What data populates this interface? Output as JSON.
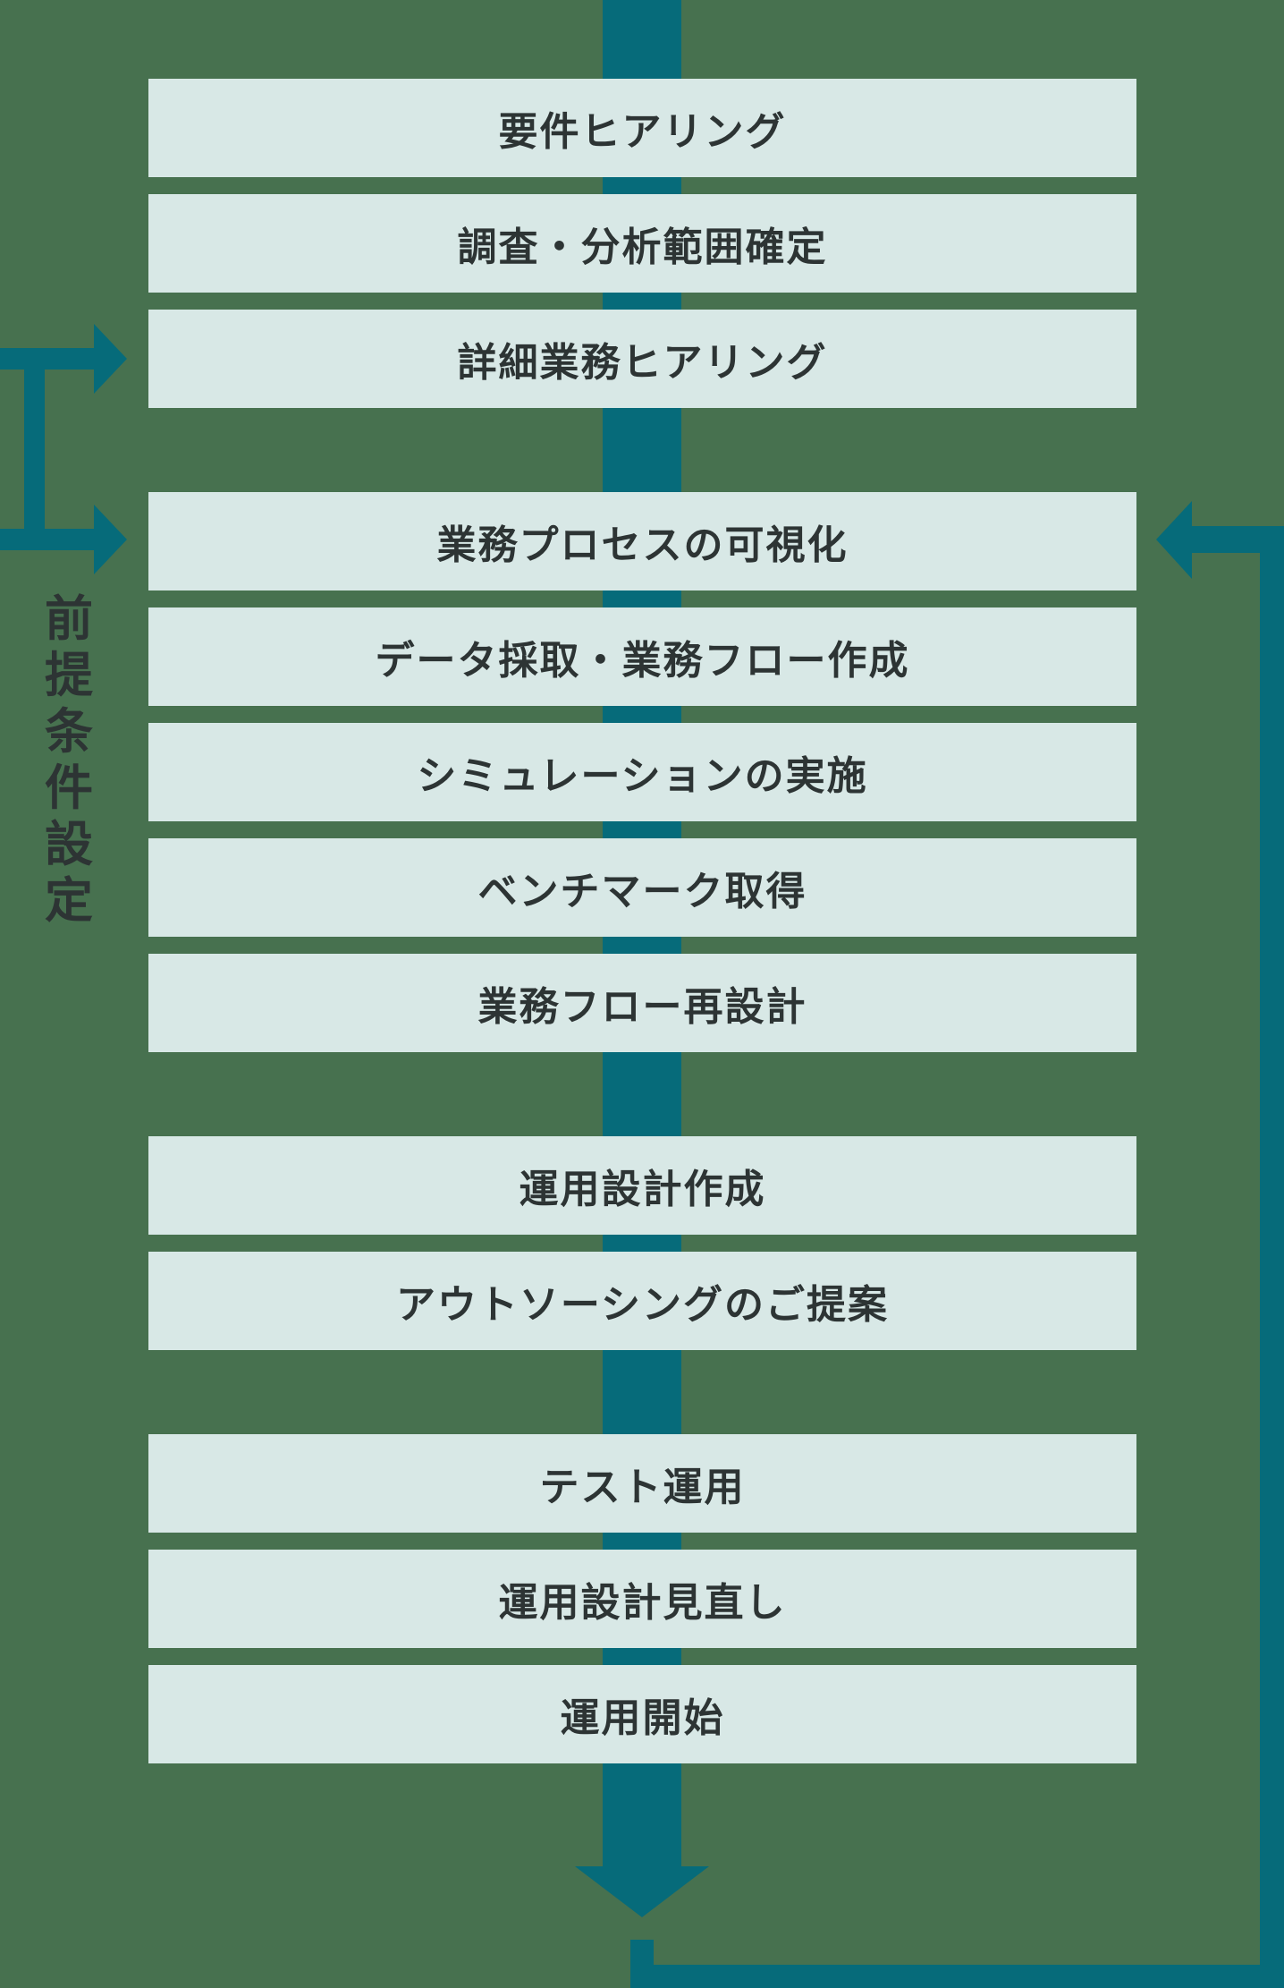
{
  "diagram": {
    "side_label": "前提条件設定",
    "groups": [
      [
        "要件ヒアリング",
        "調査・分析範囲確定",
        "詳細業務ヒアリング"
      ],
      [
        "業務プロセスの可視化",
        "データ採取・業務フロー作成",
        "シミュレーションの実施",
        "ベンチマーク取得",
        "業務フロー再設計"
      ],
      [
        "運用設計作成",
        "アウトソーシングのご提案"
      ],
      [
        "テスト運用",
        "運用設計見直し",
        "運用開始"
      ]
    ],
    "colors": {
      "background": "#47714f",
      "flow": "#066b7a",
      "box_fill": "#d8e8e6",
      "text": "#2d3434"
    }
  }
}
